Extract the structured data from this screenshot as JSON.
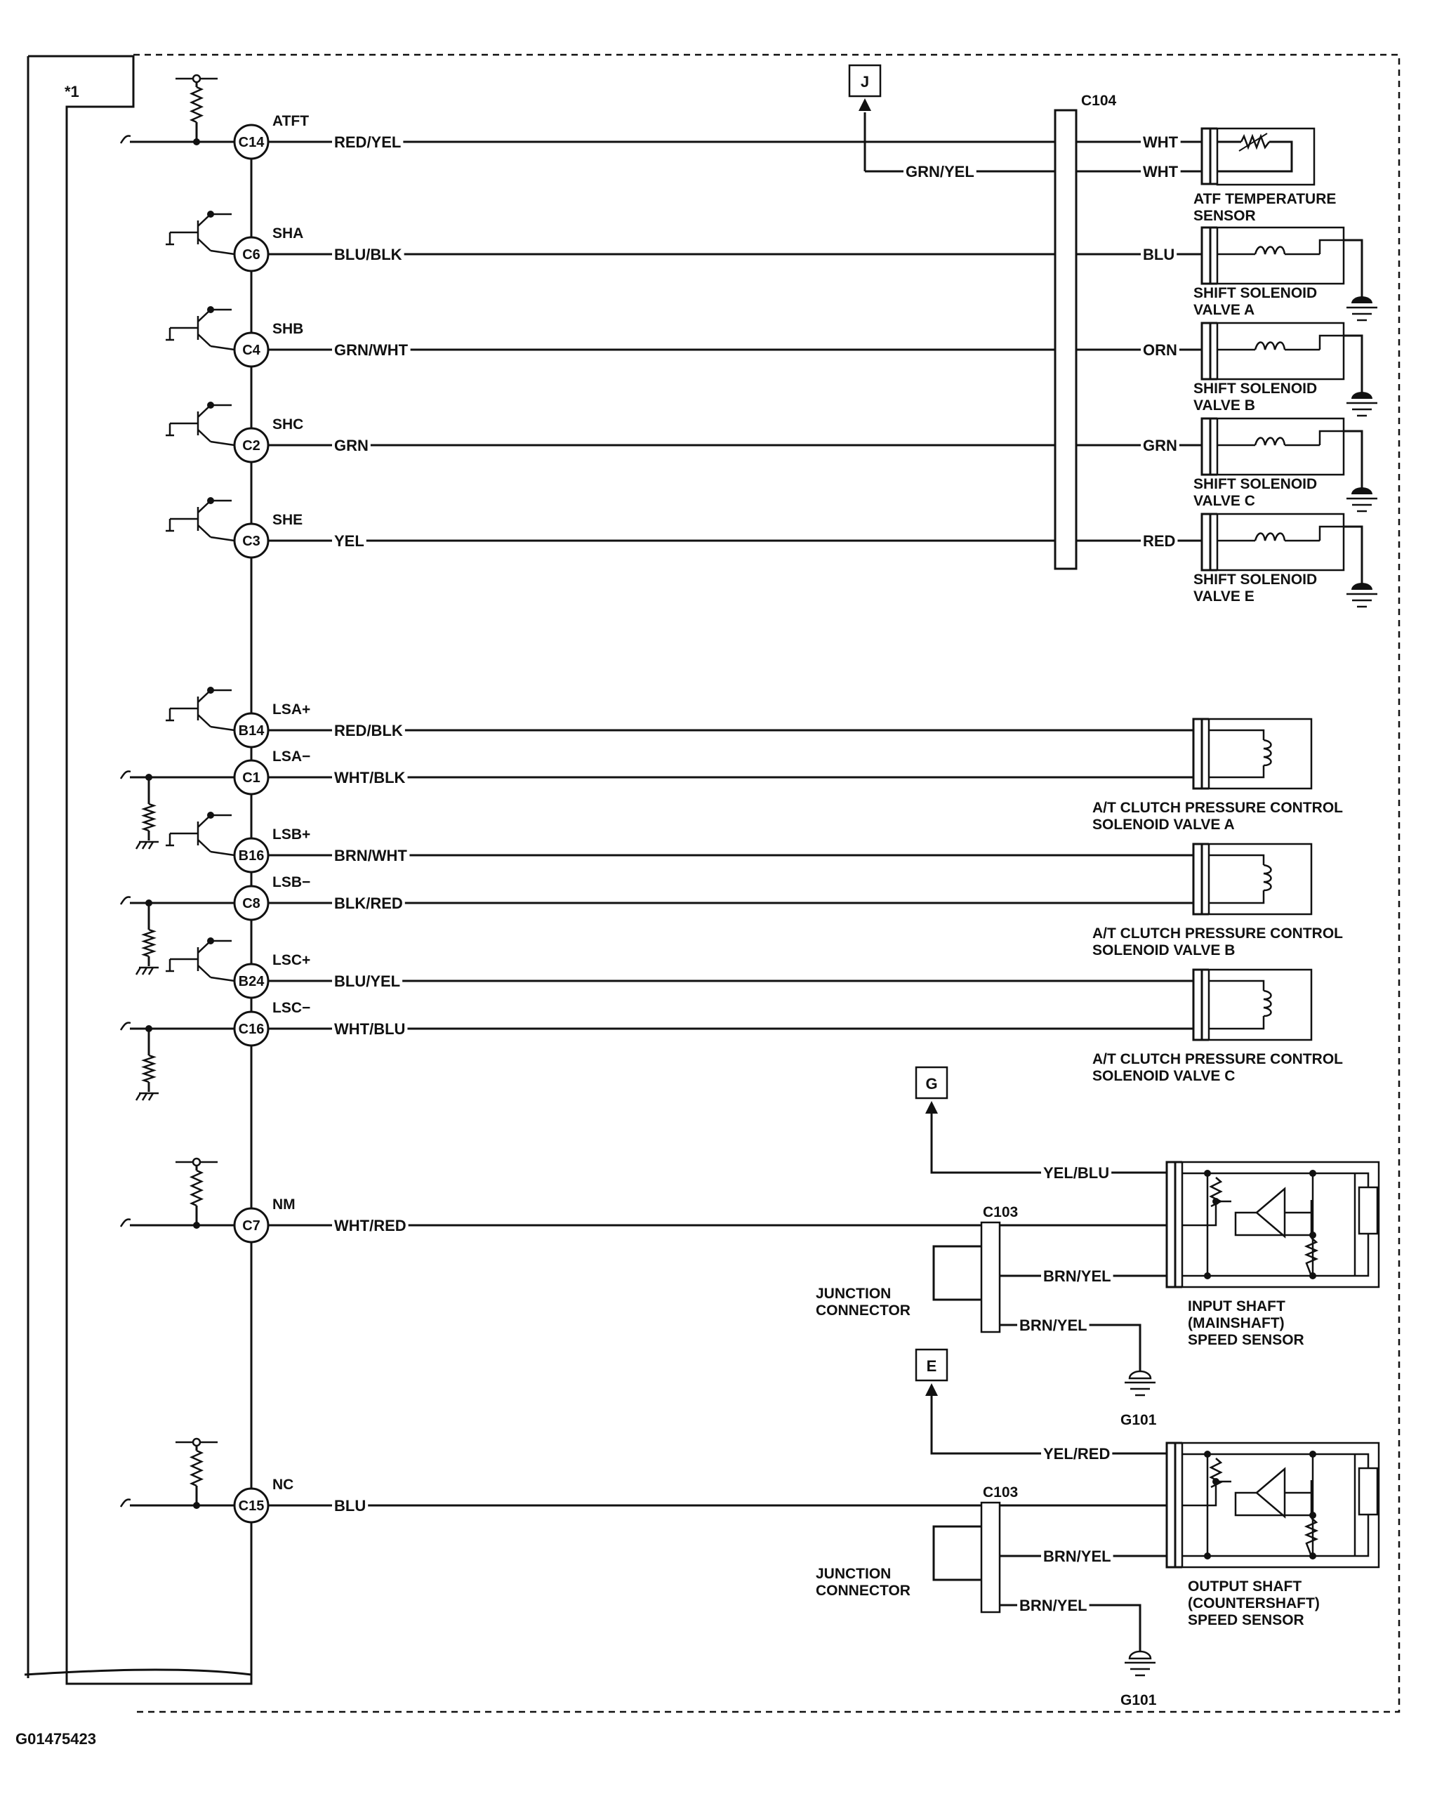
{
  "figure_id": "G01475423",
  "note_marker": "*1",
  "connectors": {
    "c104": "C104",
    "c103_upper": "C103",
    "c103_lower": "C103"
  },
  "offpage_refs": {
    "j": "J",
    "g": "G",
    "e": "E"
  },
  "grounds": {
    "g101_upper": "G101",
    "g101_lower": "G101"
  },
  "pins": {
    "c14": {
      "pin": "C14",
      "signal": "ATFT",
      "wire": "RED/YEL"
    },
    "c6": {
      "pin": "C6",
      "signal": "SHA",
      "wire": "BLU/BLK"
    },
    "c4": {
      "pin": "C4",
      "signal": "SHB",
      "wire": "GRN/WHT"
    },
    "c2": {
      "pin": "C2",
      "signal": "SHC",
      "wire": "GRN"
    },
    "c3": {
      "pin": "C3",
      "signal": "SHE",
      "wire": "YEL"
    },
    "b14": {
      "pin": "B14",
      "signal": "LSA+",
      "wire": "RED/BLK"
    },
    "c1": {
      "pin": "C1",
      "signal": "LSA−",
      "wire": "WHT/BLK"
    },
    "b16": {
      "pin": "B16",
      "signal": "LSB+",
      "wire": "BRN/WHT"
    },
    "c8": {
      "pin": "C8",
      "signal": "LSB−",
      "wire": "BLK/RED"
    },
    "b24": {
      "pin": "B24",
      "signal": "LSC+",
      "wire": "BLU/YEL"
    },
    "c16": {
      "pin": "C16",
      "signal": "LSC−",
      "wire": "WHT/BLU"
    },
    "c7": {
      "pin": "C7",
      "signal": "NM",
      "wire": "WHT/RED"
    },
    "c15": {
      "pin": "C15",
      "signal": "NC",
      "wire": "BLU"
    }
  },
  "wires_right": {
    "atf_1": "WHT",
    "atf_2": "WHT",
    "j_branch": "GRN/YEL",
    "sha": "BLU",
    "shb": "ORN",
    "shc": "GRN",
    "she": "RED",
    "g_branch": "YEL/BLU",
    "input_brn_1": "BRN/YEL",
    "input_brn_2": "BRN/YEL",
    "e_branch": "YEL/RED",
    "output_brn_1": "BRN/YEL",
    "output_brn_2": "BRN/YEL"
  },
  "components": {
    "atf_sensor": [
      "ATF TEMPERATURE",
      "SENSOR"
    ],
    "shift_a": [
      "SHIFT SOLENOID",
      "VALVE A"
    ],
    "shift_b": [
      "SHIFT SOLENOID",
      "VALVE B"
    ],
    "shift_c": [
      "SHIFT SOLENOID",
      "VALVE C"
    ],
    "shift_e": [
      "SHIFT SOLENOID",
      "VALVE E"
    ],
    "lin_a": [
      "A/T CLUTCH PRESSURE CONTROL",
      "SOLENOID VALVE A"
    ],
    "lin_b": [
      "A/T CLUTCH PRESSURE CONTROL",
      "SOLENOID VALVE B"
    ],
    "lin_c": [
      "A/T CLUTCH PRESSURE CONTROL",
      "SOLENOID VALVE C"
    ],
    "input_sensor": [
      "INPUT SHAFT",
      "(MAINSHAFT)",
      "SPEED SENSOR"
    ],
    "output_sensor": [
      "OUTPUT SHAFT",
      "(COUNTERSHAFT)",
      "SPEED SENSOR"
    ],
    "junction_upper": [
      "JUNCTION",
      "CONNECTOR"
    ],
    "junction_lower": [
      "JUNCTION",
      "CONNECTOR"
    ]
  }
}
